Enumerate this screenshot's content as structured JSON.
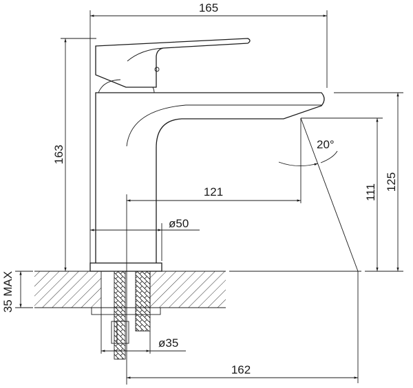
{
  "drawing": {
    "title": "Basin faucet dimension drawing",
    "dimensions": {
      "overall_width": "165",
      "overall_height": "163",
      "spout_reach": "121",
      "base_diameter": "ø50",
      "spout_height_outlet": "111",
      "spout_height_top": "125",
      "jet_angle": "20°",
      "hole_diameter": "ø35",
      "max_counter_thickness": "35 MAX",
      "jet_reach": "162"
    },
    "colors": {
      "line": "#1a1a1a",
      "background": "#ffffff"
    }
  }
}
